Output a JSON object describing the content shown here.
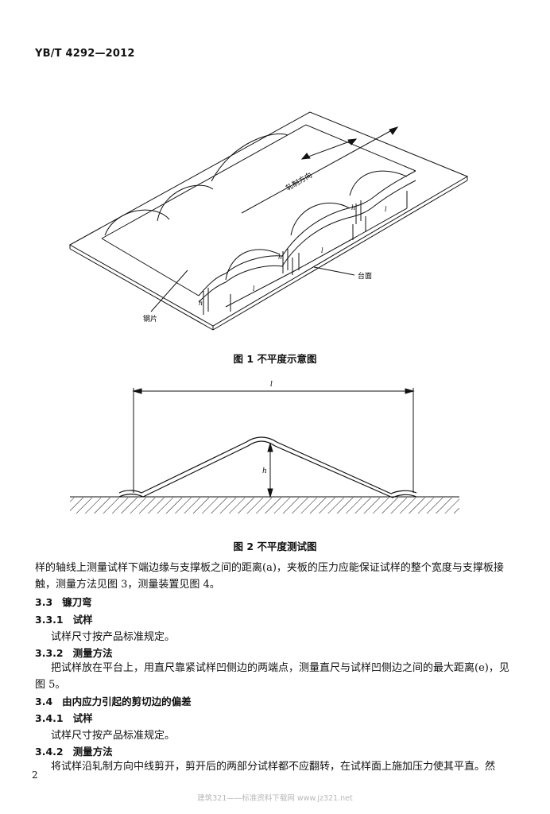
{
  "header": {
    "standard_code": "YB/T 4292—2012"
  },
  "figure1": {
    "caption": "图 1   不平度示意图",
    "labels": {
      "rolling_direction": "轧制方向",
      "platform": "台面",
      "steel_sheet": "钢片",
      "h": "h",
      "l": "l"
    }
  },
  "figure2": {
    "caption": "图 2   不平度测试图",
    "labels": {
      "l": "l",
      "h": "h"
    }
  },
  "body": {
    "para_continued": "样的轴线上测量试样下端边缘与支撑板之间的距离(a)，夹板的压力应能保证试样的整个宽度与支撑板接触，测量方法见图 3，测量装置见图 4。",
    "s3_3": {
      "num": "3.3",
      "title": "镰刀弯"
    },
    "s3_3_1": {
      "num": "3.3.1",
      "title": "试样",
      "text": "试样尺寸按产品标准规定。"
    },
    "s3_3_2": {
      "num": "3.3.2",
      "title": "测量方法",
      "text": "把试样放在平台上，用直尺靠紧试样凹侧边的两端点，测量直尺与试样凹侧边之间的最大距离(e)，见图 5。"
    },
    "s3_4": {
      "num": "3.4",
      "title": "由内应力引起的剪切边的偏差"
    },
    "s3_4_1": {
      "num": "3.4.1",
      "title": "试样",
      "text": "试样尺寸按产品标准规定。"
    },
    "s3_4_2": {
      "num": "3.4.2",
      "title": "测量方法",
      "text": "将试样沿轧制方向中线剪开，剪开后的两部分试样都不应翻转，在试样面上施加压力使其平直。然"
    }
  },
  "footer": {
    "page_number": "2",
    "watermark": "建筑321——标准资料下载网    www.jz321.net"
  }
}
